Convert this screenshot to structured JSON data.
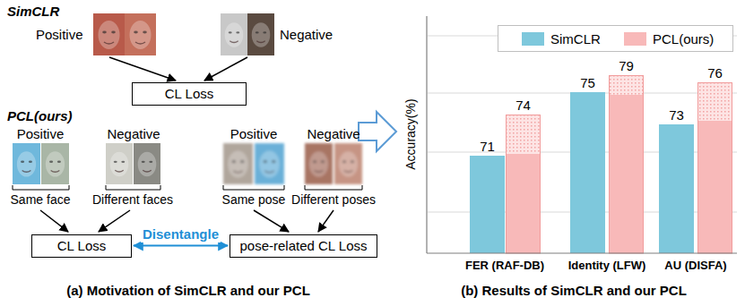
{
  "diagram": {
    "nodes": [
      {
        "text": [
          "CL Loss"
        ]
      },
      {
        "text": [
          "CL Loss"
        ]
      },
      {
        "text": [
          "pose-related CL Loss"
        ]
      }
    ],
    "edges": [
      {
        "from": 1,
        "to": 2,
        "label": "Disentangle",
        "arrow": "both"
      }
    ],
    "labels": [
      "SimCLR",
      "Positive",
      "Negative",
      "PCL(ours)",
      "Positive",
      "Negative",
      "Positive",
      "Negative",
      "Same face",
      "Different faces",
      "Same pose",
      "Different poses",
      "(a) Motivation of SimCLR and our PCL",
      "Accuracy(%)",
      "71",
      "74",
      "75",
      "79",
      "73",
      "76",
      "FER (RAF-DB)",
      "Identity (LFW)",
      "AU (DISFA)",
      "(b) Results of SimCLR and our PCL"
    ],
    "legend": [
      {
        "text": "SimCLR",
        "color": "#7ec8dc"
      },
      {
        "text": "PCL(ours)",
        "color": "#f8b9b9"
      }
    ]
  }
}
